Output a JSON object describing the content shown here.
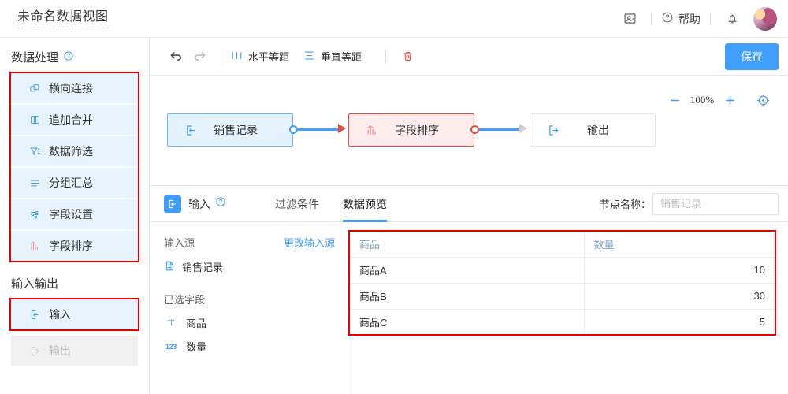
{
  "header": {
    "doc_title": "未命名数据视图",
    "card_icon": "contact-card-icon",
    "help_icon": "question-circle-icon",
    "help_label": "帮助",
    "bell_icon": "bell-icon",
    "avatar": "user-avatar"
  },
  "sidebar": {
    "section1_title": "数据处理",
    "section1_help_icon": "question-circle-icon",
    "section1_items": [
      {
        "label": "横向连接",
        "icon": "horizontal-join-icon"
      },
      {
        "label": "追加合并",
        "icon": "append-merge-icon"
      },
      {
        "label": "数据筛选",
        "icon": "filter-icon"
      },
      {
        "label": "分组汇总",
        "icon": "group-summary-icon"
      },
      {
        "label": "字段设置",
        "icon": "field-settings-icon"
      },
      {
        "label": "字段排序",
        "icon": "field-sort-icon"
      }
    ],
    "section2_title": "输入输出",
    "section2_items": [
      {
        "label": "输入",
        "icon": "import-icon",
        "disabled": false
      },
      {
        "label": "输出",
        "icon": "export-icon",
        "disabled": true
      }
    ]
  },
  "toolbar": {
    "undo_icon": "undo-arrow-icon",
    "redo_icon": "redo-arrow-icon",
    "h_distribute_icon": "horizontal-distribute-icon",
    "h_distribute_label": "水平等距",
    "v_distribute_icon": "vertical-distribute-icon",
    "v_distribute_label": "垂直等距",
    "delete_icon": "trash-icon",
    "save_label": "保存",
    "save_color": "#409eff"
  },
  "canvas": {
    "zoom_out_icon": "minus-icon",
    "zoom_level": "100%",
    "zoom_in_icon": "plus-icon",
    "fit_icon": "fit-to-screen-icon",
    "nodes": [
      {
        "label": "销售记录",
        "icon": "import-icon",
        "state": "normal",
        "color": "#6bb8ef"
      },
      {
        "label": "字段排序",
        "icon": "field-sort-icon",
        "state": "selected",
        "color": "#e74c3c"
      },
      {
        "label": "输出",
        "icon": "export-icon",
        "state": "normal",
        "color": "#e4e4e4"
      }
    ]
  },
  "panel": {
    "node_icon": "import-icon",
    "title": "输入",
    "help_icon": "question-circle-icon",
    "tabs": [
      {
        "label": "过滤条件",
        "active": false
      },
      {
        "label": "数据预览",
        "active": true
      }
    ],
    "node_name_label": "节点名称：",
    "node_name_value": "",
    "node_name_placeholder": "销售记录",
    "detail": {
      "source_label": "输入源",
      "change_source_link": "更改输入源",
      "source_name": "销售记录",
      "source_icon": "file-icon",
      "fields_label": "已选字段",
      "fields": [
        {
          "name": "商品",
          "type_icon": "text-type-icon",
          "type_glyph": "T"
        },
        {
          "name": "数量",
          "type_icon": "number-type-icon",
          "type_glyph": "123"
        }
      ]
    },
    "table": {
      "columns": [
        "商品",
        "数量"
      ],
      "rows": [
        {
          "商品": "商品A",
          "数量": "10"
        },
        {
          "商品": "商品B",
          "数量": "30"
        },
        {
          "商品": "商品C",
          "数量": "5"
        }
      ],
      "highlight_color": "#e60000"
    }
  }
}
